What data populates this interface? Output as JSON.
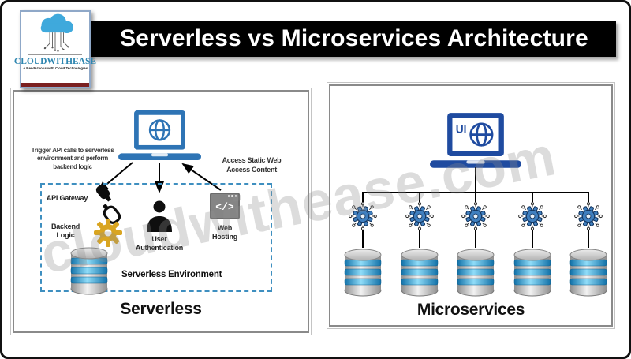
{
  "brand": {
    "name": "CLOUDWITHEASE",
    "tagline": "A Rendezvous with Cloud Technologies"
  },
  "header": {
    "title": "Serverless vs Microservices Architecture"
  },
  "watermark": "cloudwithease.com",
  "serverless": {
    "caption": "Serverless",
    "annotations": {
      "trigger_lines": [
        "Trigger API calls to serverless",
        "environment and perform",
        "backend logic"
      ],
      "access_lines": [
        "Access Static Web",
        "Access Content"
      ]
    },
    "components": {
      "api_gateway": "API Gateway",
      "backend_logic_lines": [
        "Backend",
        "Logic"
      ],
      "user_auth_lines": [
        "User",
        "Authentication"
      ],
      "web_hosting_lines": [
        "Web",
        "Hosting"
      ],
      "web_hosting_glyph": "</>",
      "environment": "Serverless Environment"
    }
  },
  "microservices": {
    "caption": "Microservices",
    "ui_label": "UI",
    "service_count": 5
  },
  "colors": {
    "banner_bg": "#000000",
    "banner_text": "#ffffff",
    "laptop_serverless": "#2E74B5",
    "laptop_microservices": "#1F4BA0",
    "backend_gear_gold": "#D9A521",
    "service_gear_blue": "#3F7FBF",
    "dashed_box_blue": "#3E8FC0",
    "db_band_blue": "#1271A8",
    "brand_text": "#2E86B0",
    "brand_bar": "#7B2020"
  }
}
